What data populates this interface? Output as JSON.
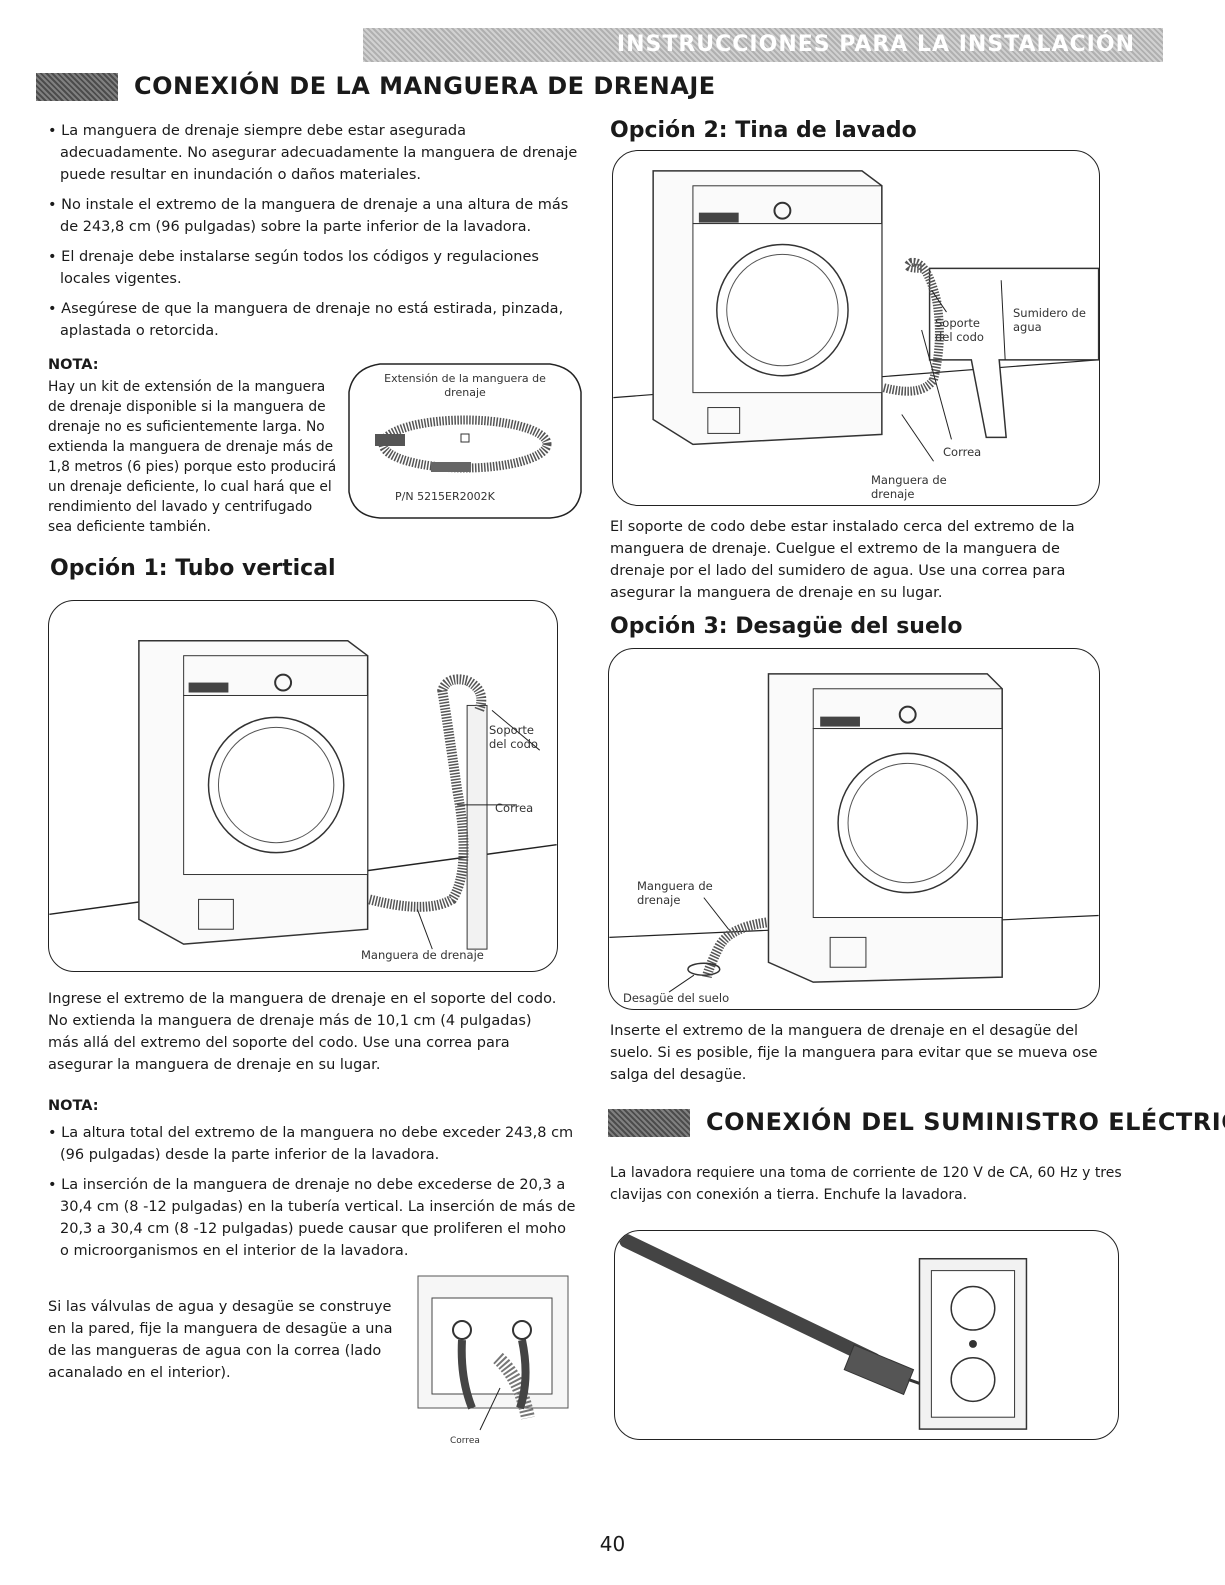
{
  "banner": "INSTRUCCIONES PARA LA INSTALACIÓN",
  "section1": {
    "title": "CONEXIÓN DE LA MANGUERA DE DRENAJE",
    "bullets": [
      "• La manguera de drenaje siempre debe estar asegurada adecuadamente. No asegurar adecuadamente la manguera de drenaje puede resultar en inundación o daños materiales.",
      "• No instale el extremo de la manguera de drenaje a una altura de más de 243,8 cm (96 pulgadas) sobre la parte inferior de la lavadora.",
      "• El drenaje debe instalarse según todos los códigos y regulaciones locales vigentes.",
      "• Asegúrese de que la manguera de drenaje no está estirada, pinzada, aplastada o retorcida."
    ],
    "nota_label": "NOTA:",
    "nota_text": "Hay un kit de extensión de la manguera de drenaje disponible si la manguera de drenaje no es suficientemente larga. No extienda la manguera de drenaje más de 1,8 metros (6 pies) porque esto producirá un drenaje deficiente, lo cual hará que el rendimiento del lavado y centrifugado sea deficiente también.",
    "kit_figure": {
      "title": "Extensión de la manguera de drenaje",
      "part_number": "P/N 5215ER2002K"
    }
  },
  "option1": {
    "title": "Opción 1: Tubo vertical",
    "labels": {
      "support": "Soporte del codo",
      "strap": "Correa",
      "hose": "Manguera de drenaje"
    },
    "text": "Ingrese el extremo de la manguera de drenaje en el soporte del codo. No extienda la manguera de drenaje más de 10,1 cm (4 pulgadas) más allá del extremo del soporte del codo. Use una correa para asegurar la manguera de drenaje en su lugar.",
    "nota_label": "NOTA:",
    "nota_bullets": [
      "• La altura total del extremo de la manguera no debe exceder 243,8 cm (96 pulgadas) desde la parte inferior de la lavadora.",
      "• La inserción de la manguera de drenaje no debe excederse de 20,3 a 30,4 cm (8 -12 pulgadas) en la tubería vertical. La inserción de más de 20,3 a 30,4 cm (8 -12 pulgadas) puede causar que proliferen el moho o microorganismos en el interior de la lavadora."
    ],
    "wall_text": "Si las válvulas de agua y desagüe se construye en la pared, fije la manguera de desagüe a una de las mangueras de agua con la correa (lado acanalado en el interior).",
    "wall_label": "Correa"
  },
  "option2": {
    "title": "Opción 2: Tina de lavado",
    "labels": {
      "support": "Soporte del codo",
      "sink": "Sumidero de agua",
      "strap": "Correa",
      "hose": "Manguera de drenaje"
    },
    "text": "El soporte de codo debe estar instalado cerca del extremo de la manguera de drenaje. Cuelgue el extremo de la manguera de drenaje por el lado del sumidero de agua. Use una correa para asegurar la manguera de drenaje en su lugar."
  },
  "option3": {
    "title": "Opción 3: Desagüe del suelo",
    "labels": {
      "hose": "Manguera de drenaje",
      "drain": "Desagüe del suelo"
    },
    "text": "Inserte el extremo de la manguera de drenaje en el desagüe del suelo. Si es posible, fije la manguera para evitar que se mueva ose salga del desagüe."
  },
  "section2": {
    "title": "CONEXIÓN DEL SUMINISTRO ELÉCTRICO",
    "text": "La lavadora requiere una toma de corriente de 120 V de CA, 60 Hz y tres clavijas con conexión a tierra. Enchufe la lavadora."
  },
  "page_number": "40"
}
